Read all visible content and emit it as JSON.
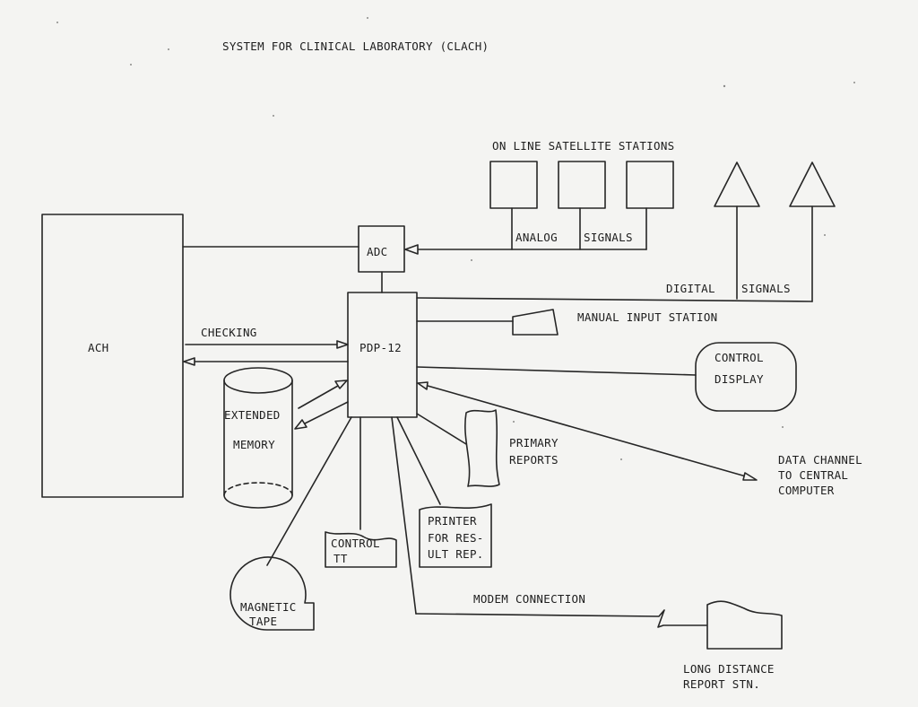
{
  "title": "SYSTEM FOR CLINICAL LABORATORY  (CLACH)",
  "labels": {
    "satellite_stations": "ON LINE SATELLITE STATIONS",
    "analog": "ANALOG",
    "signals_analog": "SIGNALS",
    "adc": "ADC",
    "digital": "DIGITAL",
    "signals_digital": "SIGNALS",
    "manual_input": "MANUAL INPUT STATION",
    "ach": "ACH",
    "checking": "CHECKING",
    "pdp12": "PDP-12",
    "control_display_1": "CONTROL",
    "control_display_2": "DISPLAY",
    "extended_memory_1": "EXTENDED",
    "extended_memory_2": "MEMORY",
    "primary_reports_1": "PRIMARY",
    "primary_reports_2": "REPORTS",
    "data_channel_1": "DATA CHANNEL",
    "data_channel_2": "TO CENTRAL",
    "data_channel_3": "COMPUTER",
    "printer_1": "PRINTER",
    "printer_2": "FOR RES-",
    "printer_3": "ULT REP.",
    "control_tt_1": "CONTROL",
    "control_tt_2": "TT",
    "magnetic_tape_1": "MAGNETIC",
    "magnetic_tape_2": "TAPE",
    "modem": "MODEM CONNECTION",
    "long_distance_1": "LONG DISTANCE",
    "long_distance_2": "REPORT STN."
  }
}
